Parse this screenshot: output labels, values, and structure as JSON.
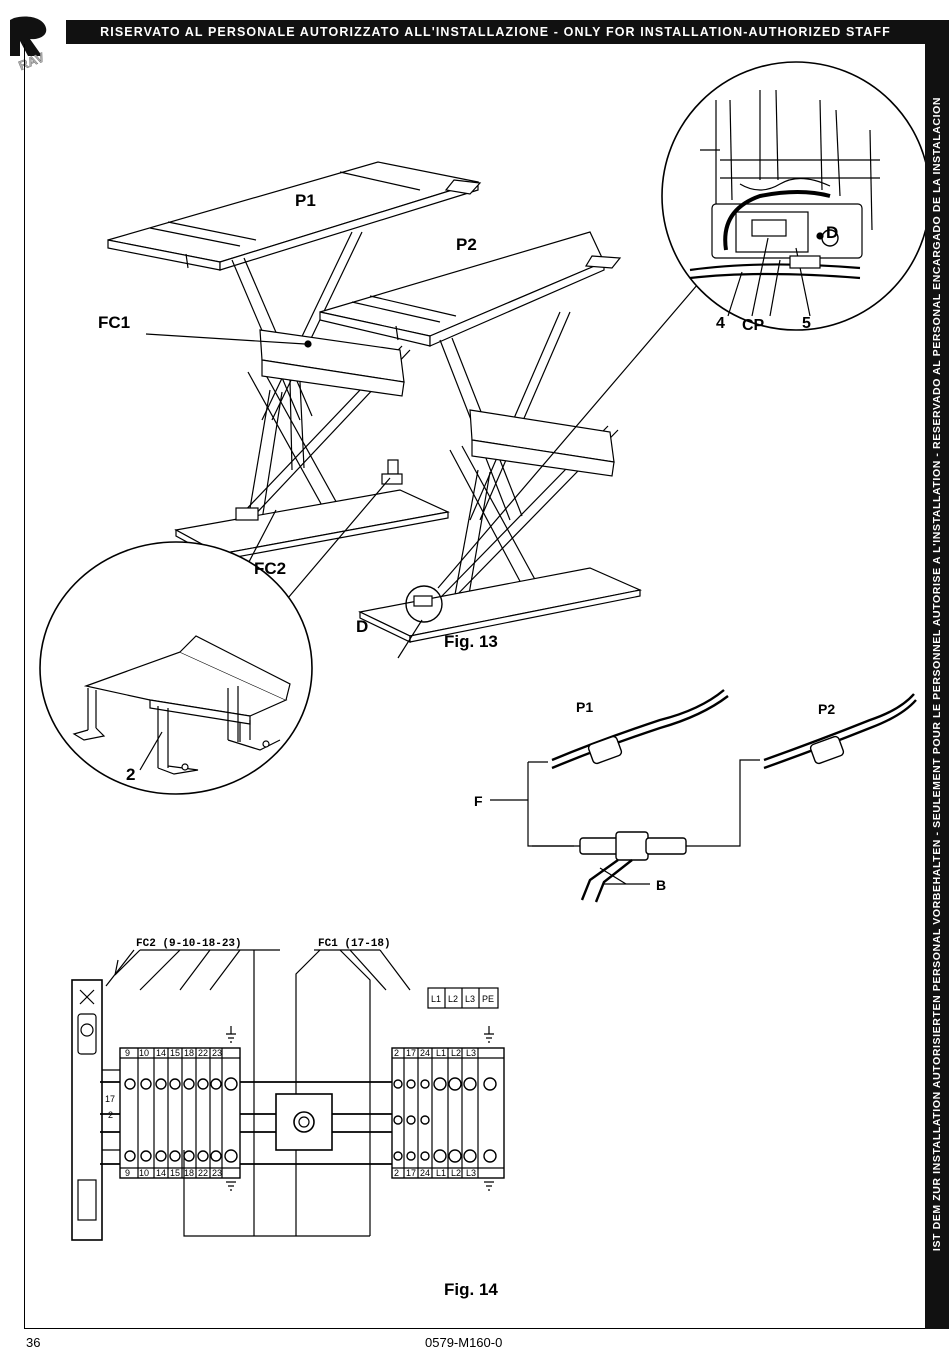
{
  "header": {
    "banner_text": "RISERVATO AL PERSONALE AUTORIZZATO ALL'INSTALLAZIONE - ONLY FOR INSTALLATION-AUTHORIZED STAFF",
    "side_banner_text": "IST DEM ZUR INSTALLATION AUTORISIERTEN PERSONAL VORBEHALTEN - SEULEMENT POUR LE PERSONNEL AUTORISE A L'INSTALLATION - RESERVADO AL PERSONAL ENCARGADO DE LA INSTALACION",
    "logo_text": "RAV"
  },
  "figure13": {
    "caption": "Fig. 13",
    "labels": {
      "p1": "P1",
      "p2": "P2",
      "fc1": "FC1",
      "fc2": "FC2",
      "d": "D",
      "two": "2",
      "detail_d": "D",
      "detail_4": "4",
      "detail_cp": "CP",
      "detail_5": "5"
    }
  },
  "hose": {
    "p1": "P1",
    "p2": "P2",
    "f": "F",
    "b": "B"
  },
  "figure14": {
    "caption": "Fig. 14",
    "fc2_label": "FC2 (9-10-18-23)",
    "fc1_label": "FC1 (17-18)",
    "left_terminals": [
      "9",
      "10",
      "14",
      "15",
      "18",
      "22",
      "23"
    ],
    "right_terminals": [
      "2",
      "17",
      "24",
      "L1",
      "L2",
      "L3"
    ],
    "supply_terminals": [
      "L1",
      "L2",
      "L3",
      "PE"
    ],
    "relay_labels": [
      "17",
      "2"
    ]
  },
  "footer": {
    "page_number": "36",
    "doc_code": "0579-M160-0"
  }
}
